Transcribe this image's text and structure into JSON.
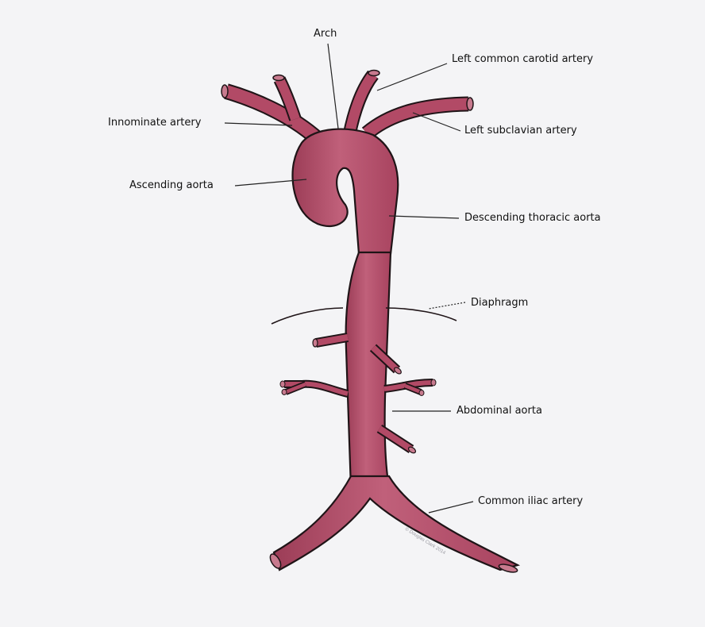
{
  "labels": {
    "arch": "Arch",
    "left_common_carotid": "Left common carotid artery",
    "innominate": "Innominate artery",
    "left_subclavian": "Left subclavian artery",
    "ascending_aorta": "Ascending aorta",
    "descending_thoracic_aorta": "Descending thoracic aorta",
    "diaphragm": "Diaphragm",
    "abdominal_aorta": "Abdominal aorta",
    "common_iliac": "Common iliac artery"
  },
  "credit": "© Douglas Clark 2014",
  "colors": {
    "vessel_fill": "#b24a66",
    "vessel_outline": "#1f1417",
    "background": "#f4f4f6",
    "leader_line": "#222222"
  }
}
